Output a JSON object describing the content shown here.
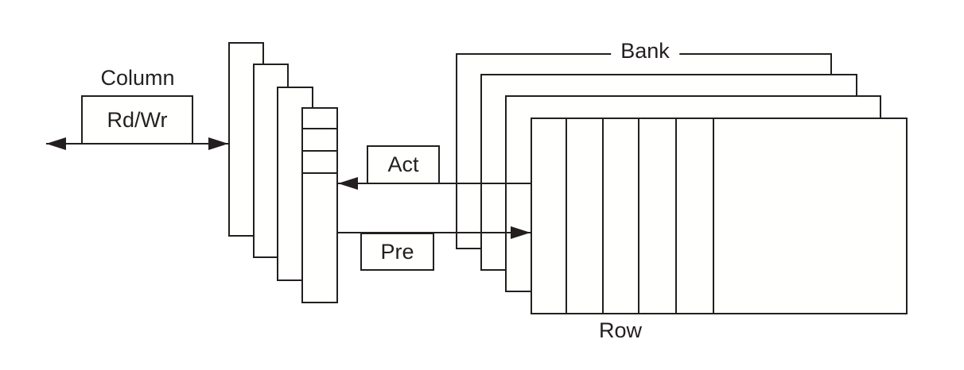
{
  "labels": {
    "column": "Column",
    "rdwr": "Rd/Wr",
    "act": "Act",
    "pre": "Pre",
    "bank": "Bank",
    "row": "Row"
  },
  "colors": {
    "stroke": "#231f20",
    "fill": "#fffffd",
    "background": "#ffffff"
  },
  "structure": {
    "bank_rectangles": 4,
    "row_buffer_bars": 4,
    "bank_column_divider_lines": 5,
    "row_buffer_divider_lines": 3,
    "arrows": [
      {
        "name": "column-rdwr-arrow",
        "direction": "double-headed-horizontal"
      },
      {
        "name": "act-arrow",
        "direction": "left"
      },
      {
        "name": "pre-arrow",
        "direction": "right"
      }
    ]
  }
}
